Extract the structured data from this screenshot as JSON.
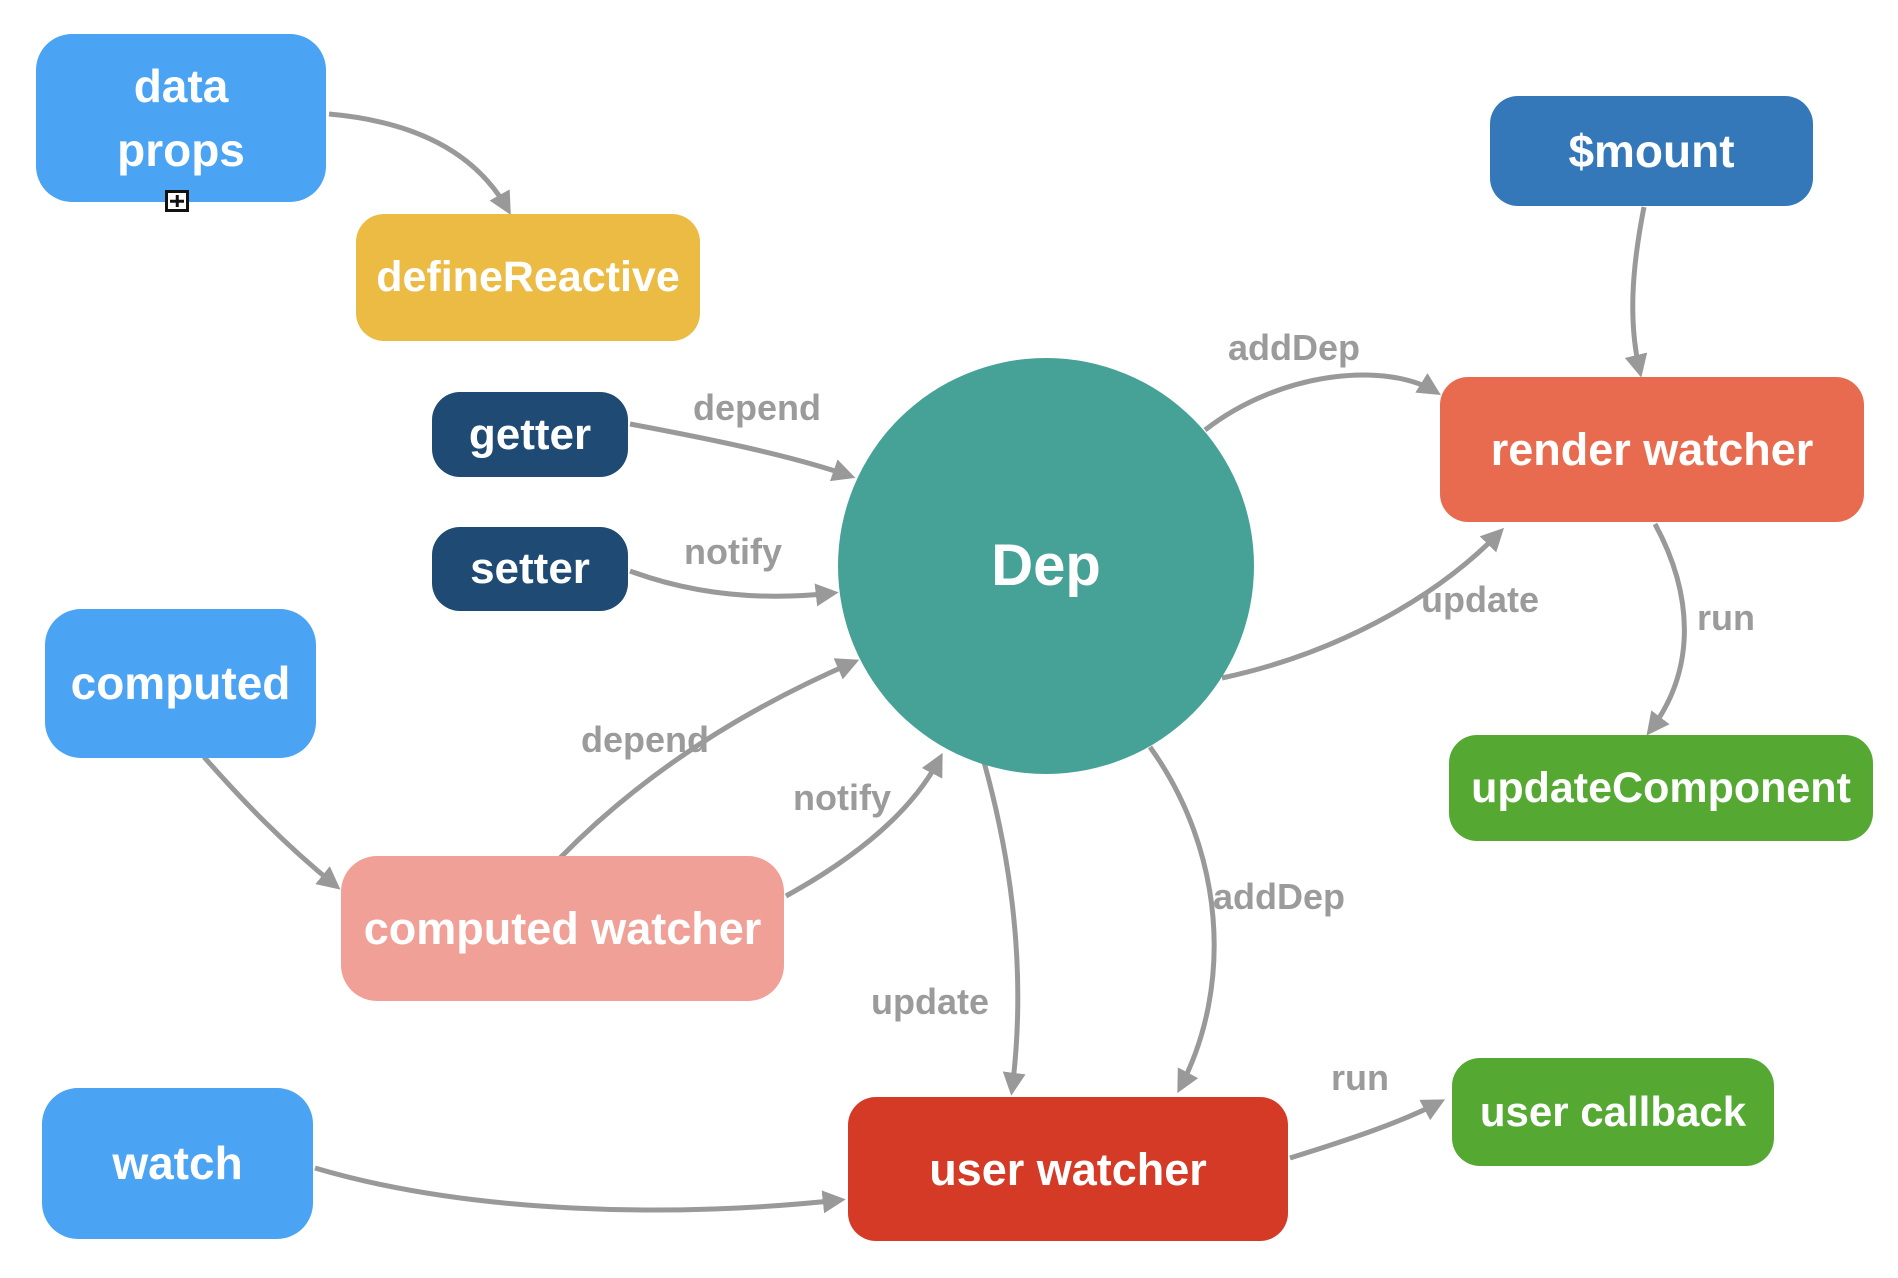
{
  "palette": {
    "blue": "#4AA3F3",
    "yellow": "#EBBB44",
    "navy": "#1E4A73",
    "teal": "#46A197",
    "steel_blue": "#3478B9",
    "coral": "#E96B4F",
    "green": "#55A933",
    "red": "#D43A26",
    "pink": "#F0A096",
    "arrow_gray": "#999999",
    "label_gray": "#9B9B9B",
    "background": "#FFFFFF"
  },
  "nodes": {
    "data_props": {
      "label": "data\nprops",
      "color": "#4AA3F3"
    },
    "define_reactive": {
      "label": "defineReactive",
      "color": "#EBBB44"
    },
    "getter": {
      "label": "getter",
      "color": "#1E4A73"
    },
    "setter": {
      "label": "setter",
      "color": "#1E4A73"
    },
    "computed": {
      "label": "computed",
      "color": "#4AA3F3"
    },
    "computed_watcher": {
      "label": "computed watcher",
      "color": "#F0A096"
    },
    "watch": {
      "label": "watch",
      "color": "#4AA3F3"
    },
    "dep": {
      "label": "Dep",
      "color": "#46A197"
    },
    "mount": {
      "label": "$mount",
      "color": "#3478B9"
    },
    "render_watcher": {
      "label": "render watcher",
      "color": "#E96B4F"
    },
    "update_component": {
      "label": "updateComponent",
      "color": "#55A933"
    },
    "user_watcher": {
      "label": "user watcher",
      "color": "#D43A26"
    },
    "user_callback": {
      "label": "user callback",
      "color": "#55A933"
    }
  },
  "edge_labels": {
    "getter_to_dep": "depend",
    "setter_to_dep": "notify",
    "dep_to_render_watcher_adddep": "addDep",
    "dep_to_render_watcher_update": "update",
    "render_watcher_to_update_component": "run",
    "computed_watcher_to_dep_depend": "depend",
    "computed_watcher_to_dep_notify": "notify",
    "dep_to_user_watcher_update": "update",
    "dep_to_user_watcher_adddep": "addDep",
    "user_watcher_to_user_callback": "run"
  }
}
